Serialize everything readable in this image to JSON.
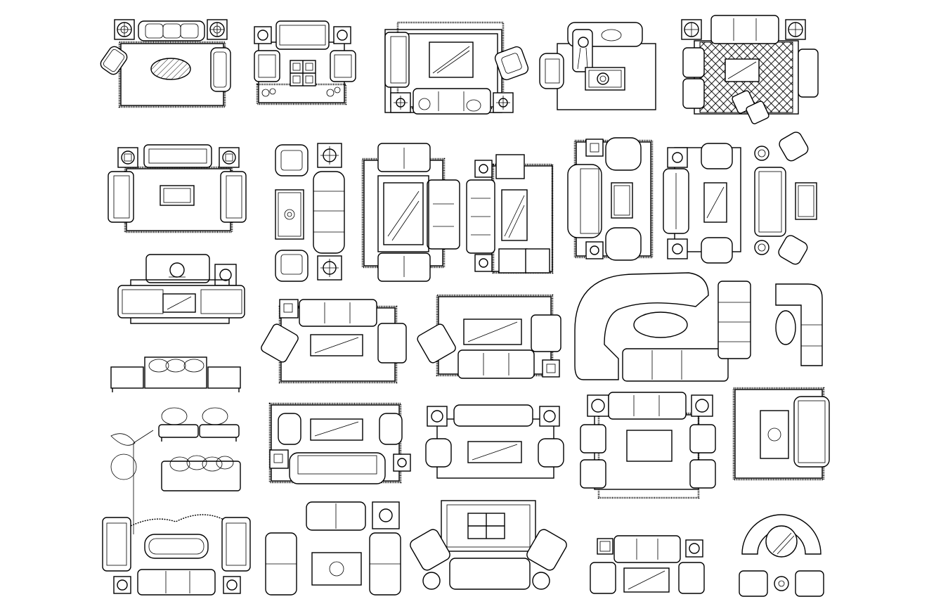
{
  "drawing": {
    "background": "#ffffff",
    "line_color": "#000000",
    "blocks": [
      "sofa-set-1",
      "sofa-set-2",
      "sofa-set-3",
      "sofa-set-4",
      "sofa-set-5",
      "sofa-set-6",
      "sofa-set-7",
      "sofa-set-8",
      "sofa-set-9",
      "sofa-set-10",
      "sofa-set-11",
      "sofa-set-12",
      "sofa-set-13",
      "sofa-elevation-1",
      "sofa-set-14",
      "sofa-set-15",
      "curved-sectional",
      "sofa-set-16",
      "sofa-elevation-2",
      "sofa-elevation-3",
      "sofa-set-17",
      "sofa-set-18",
      "sofa-set-19",
      "sofa-set-20",
      "sofa-set-21",
      "sofa-set-22",
      "sofa-set-23",
      "sofa-set-24",
      "sofa-set-25"
    ]
  }
}
